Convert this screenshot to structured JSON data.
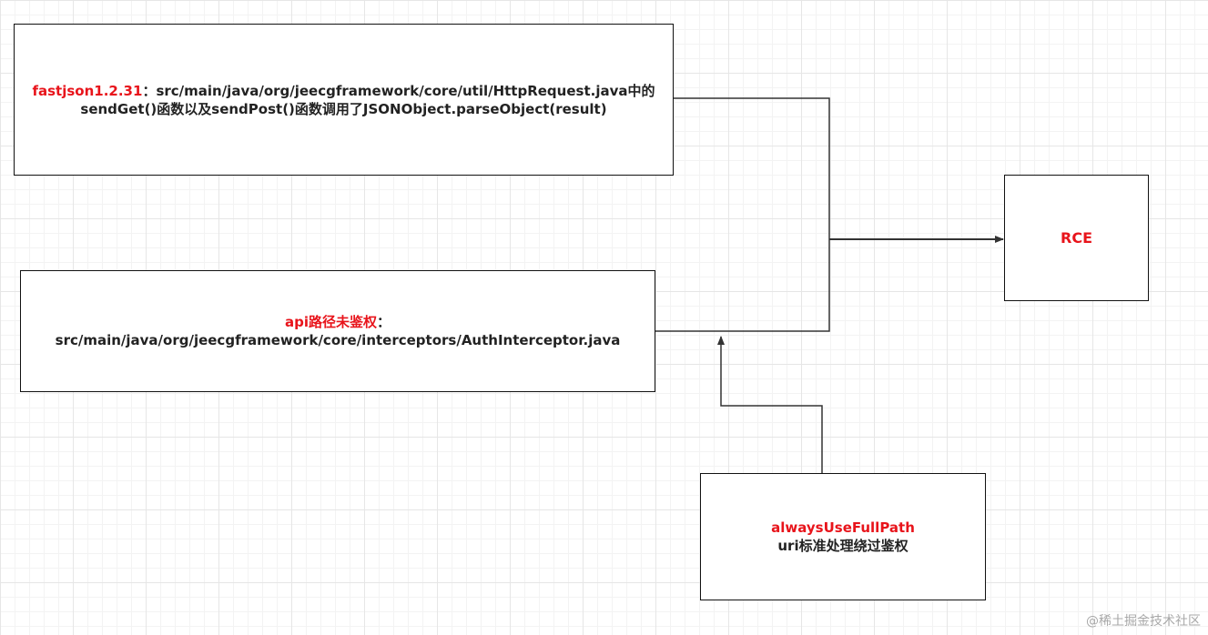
{
  "nodes": {
    "fastjson": {
      "highlight": "fastjson1.2.31",
      "line1_rest": "：src/main/java/org/jeecgframework/core/util/HttpRequest.java中的",
      "line2": "sendGet()函数以及sendPost()函数调用了JSONObject.parseObject(result)"
    },
    "api_auth": {
      "highlight": "api路径未鉴权",
      "colon": "：",
      "line2": "src/main/java/org/jeecgframework/core/interceptors/AuthInterceptor.java"
    },
    "rce": {
      "label": "RCE"
    },
    "always_use_full_path": {
      "highlight": "alwaysUseFullPath",
      "line2": "uri标准处理绕过鉴权"
    }
  },
  "edges": [
    {
      "from": "fastjson",
      "to": "rce"
    },
    {
      "from": "api_auth",
      "to": "rce"
    },
    {
      "from": "always_use_full_path",
      "to": "api_auth_edge"
    }
  ],
  "watermark": "@稀土掘金技术社区",
  "colors": {
    "highlight": "#e8141b",
    "text": "#222222",
    "line": "#333333"
  }
}
